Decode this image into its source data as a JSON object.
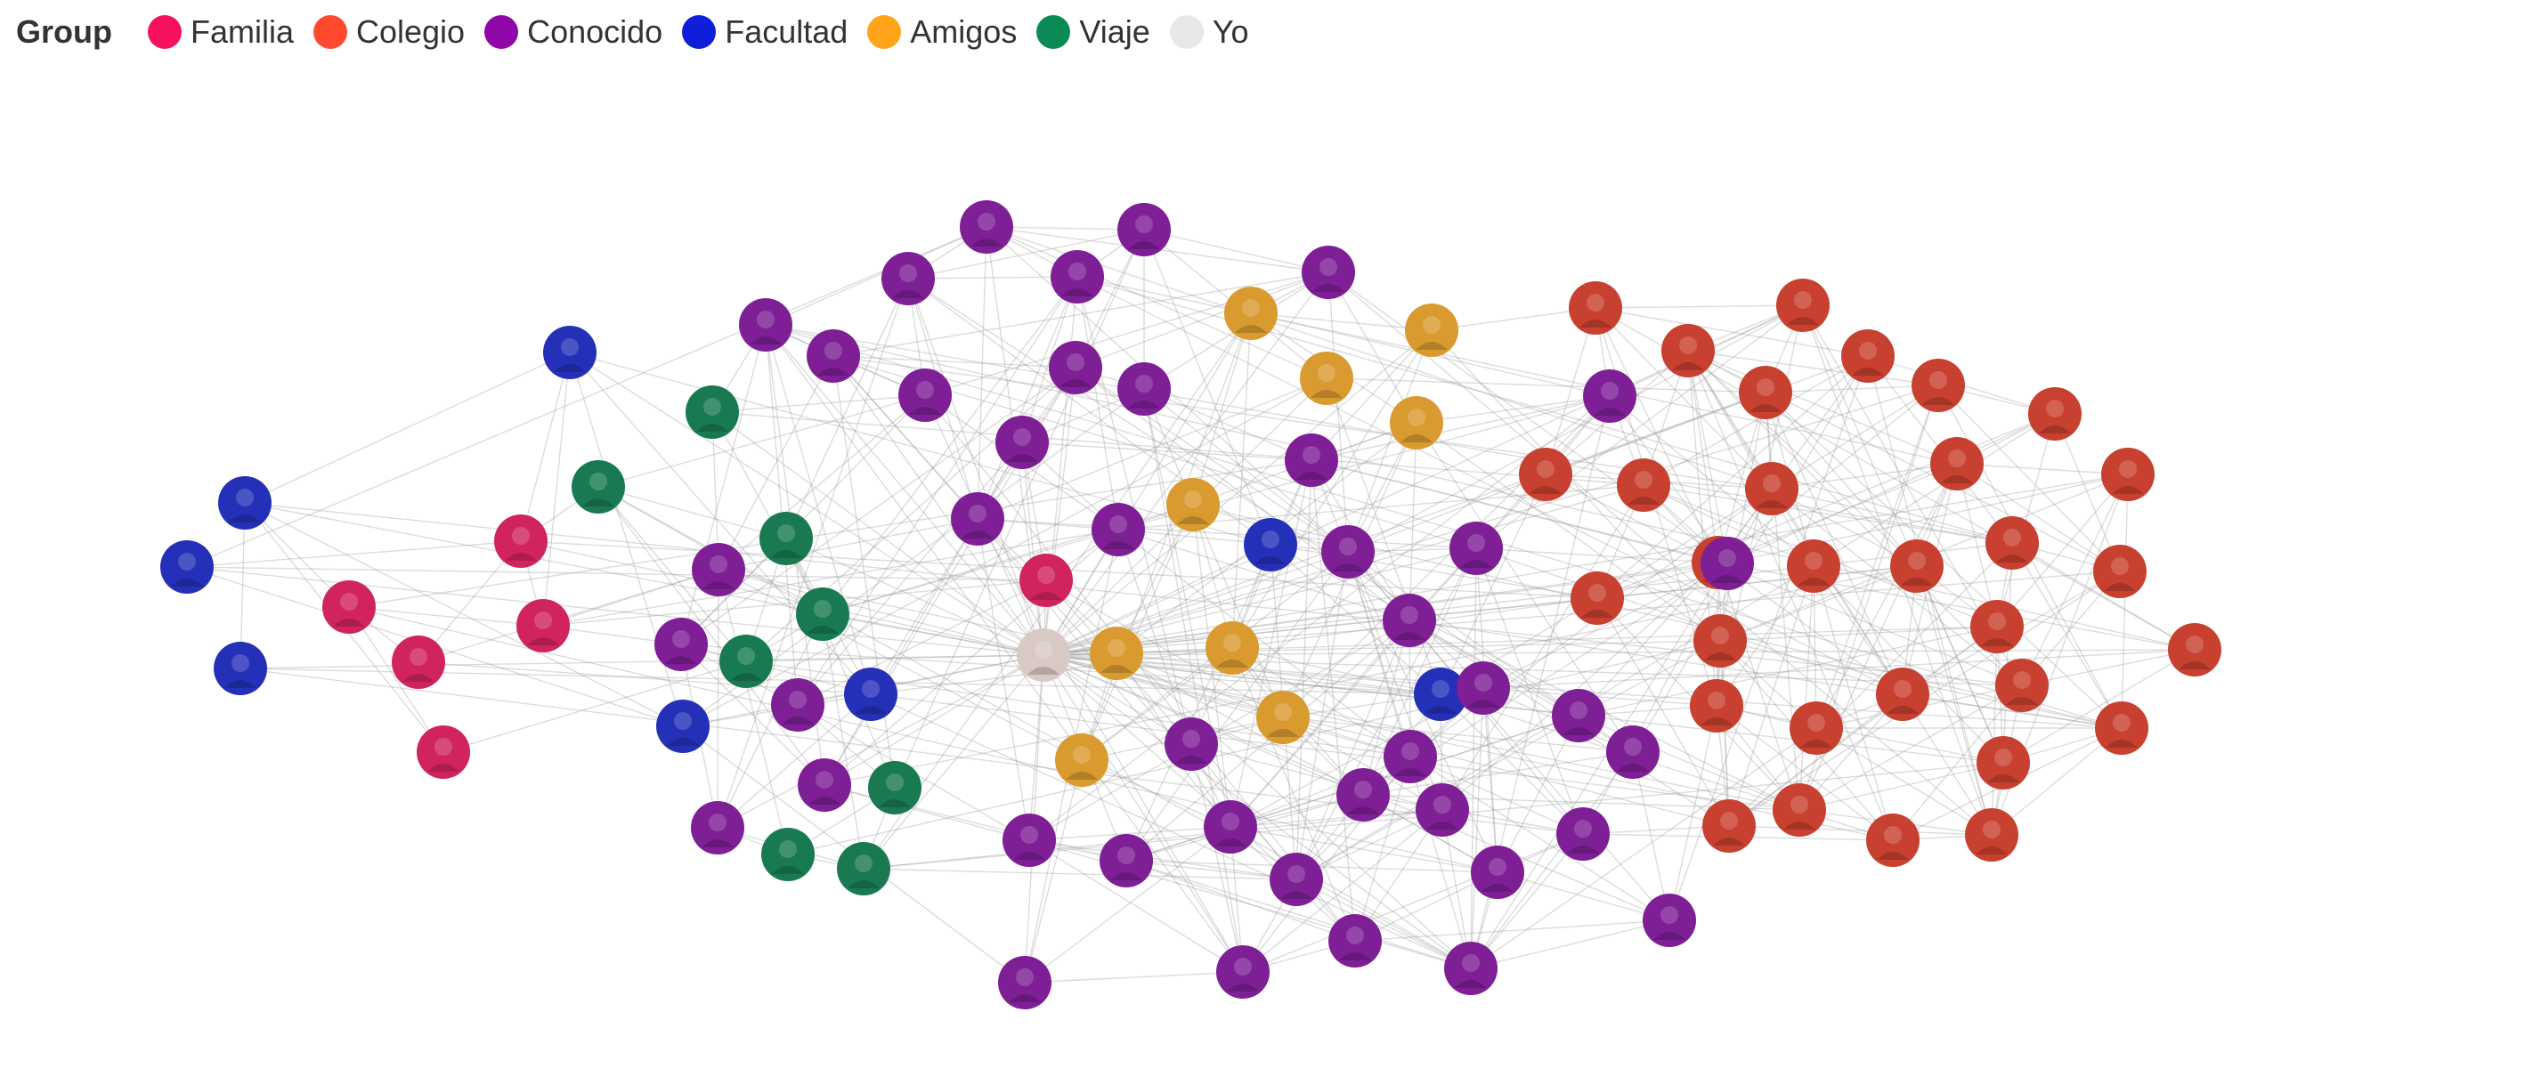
{
  "legend": {
    "title": "Group",
    "items": [
      {
        "key": "familia",
        "label": "Familia",
        "color": "#f5115e"
      },
      {
        "key": "colegio",
        "label": "Colegio",
        "color": "#ff4a30"
      },
      {
        "key": "conocido",
        "label": "Conocido",
        "color": "#8f07a8"
      },
      {
        "key": "facultad",
        "label": "Facultad",
        "color": "#0f1ed8"
      },
      {
        "key": "amigos",
        "label": "Amigos",
        "color": "#ffa41b"
      },
      {
        "key": "viaje",
        "label": "Viaje",
        "color": "#0a8a55"
      },
      {
        "key": "yo",
        "label": "Yo",
        "color": "#e8e8e8"
      }
    ]
  }
}
